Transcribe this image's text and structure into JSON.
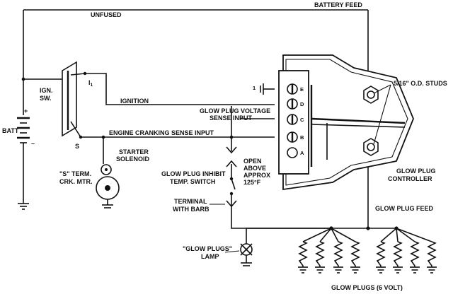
{
  "labels": {
    "unfused": "UNFUSED",
    "battery_feed": "BATTERY FEED",
    "ign_sw_1": "IGN.",
    "ign_sw_2": "SW.",
    "ignition": "IGNITION",
    "i1": "I",
    "i1_sub": "1",
    "batt": "BATT",
    "plus": "+",
    "minus": "–",
    "s_terminal": "S",
    "glow_voltage_1": "GLOW PLUG VOLTAGE",
    "glow_voltage_2": "SENSE INPUT",
    "engine_cranking": "ENGINE CRANKING SENSE INPUT",
    "starter_1": "STARTER",
    "starter_2": "SOLENOID",
    "s_term_1": "\"S\" TERM.",
    "s_term_2": "CRK. MTR.",
    "inhibit_1": "GLOW PLUG INHIBIT",
    "inhibit_2": "TEMP. SWITCH",
    "open_1": "OPEN",
    "open_2": "ABOVE",
    "open_3": "APPROX",
    "open_4": "125°F",
    "terminal_1": "TERMINAL",
    "terminal_2": "WITH BARB",
    "lamp_1": "\"GLOW PLUGS\"",
    "lamp_2": "LAMP",
    "studs": "5/16\" O.D. STUDS",
    "controller_1": "GLOW PLUG",
    "controller_2": "CONTROLLER",
    "glow_feed": "GLOW PLUG FEED",
    "glow_plugs": "GLOW PLUGS (6 VOLT)",
    "pin_e": "E",
    "pin_d": "D",
    "pin_c": "C",
    "pin_b": "B",
    "pin_a": "A",
    "ground_one": "1"
  }
}
